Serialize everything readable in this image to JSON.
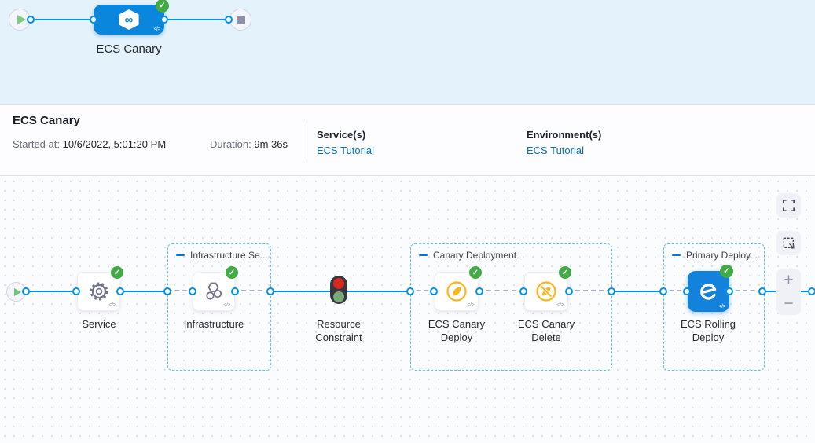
{
  "colors": {
    "accent": "#0278d5",
    "edge": "#0092e4",
    "success": "#42ab45",
    "canary_amber": "#fcb519",
    "link": "#0a6ebd",
    "band_bg": "#e4f2fb",
    "stop_red": "#d7281d",
    "go_green": "#76a976"
  },
  "icons": {
    "code": "</>",
    "check": "✓",
    "infinity": "∞"
  },
  "minimap": {
    "stage_label": "ECS Canary"
  },
  "summary": {
    "title": "ECS Canary",
    "started_label": "Started at:",
    "started_value": "10/6/2022, 5:01:20 PM",
    "duration_label": "Duration:",
    "duration_value": "9m 36s",
    "services_label": "Service(s)",
    "services_value": "ECS Tutorial",
    "environments_label": "Environment(s)",
    "environments_value": "ECS Tutorial"
  },
  "graph": {
    "groups": [
      {
        "label": "Infrastructure Se..."
      },
      {
        "label": "Canary Deployment"
      },
      {
        "label": "Primary Deploy..."
      }
    ],
    "nodes": [
      {
        "label": "Service"
      },
      {
        "label": "Infrastructure"
      },
      {
        "label": "Resource Constraint"
      },
      {
        "label": "ECS Canary Deploy"
      },
      {
        "label": "ECS Canary Delete"
      },
      {
        "label": "ECS Rolling Deploy"
      }
    ]
  },
  "controls": {
    "zoom_in": "+",
    "zoom_out": "−"
  }
}
